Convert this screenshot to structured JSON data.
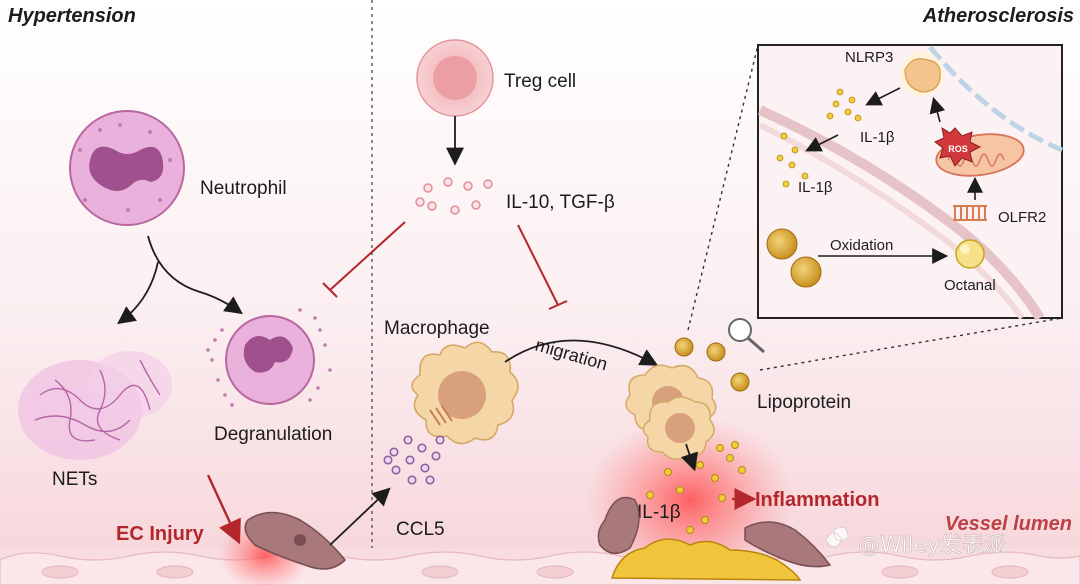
{
  "sections": {
    "left": "Hypertension",
    "right": "Atherosclerosis"
  },
  "cells": {
    "treg": "Treg cell",
    "neutrophil": "Neutrophil",
    "nets": "NETs",
    "degranulation": "Degranulation",
    "macrophage": "Macrophage",
    "lipoprotein": "Lipoprotein"
  },
  "molecules": {
    "il10_tgf": "IL-10, TGF-β",
    "ccl5": "CCL5",
    "il1b_main": "IL-1β"
  },
  "process": {
    "migration": "migration",
    "ec_injury": "EC Injury",
    "inflammation": "Inflammation",
    "vessel_lumen": "Vessel lumen"
  },
  "inset": {
    "nlrp3": "NLRP3",
    "il1b_1": "IL-1β",
    "il1b_2": "IL-1β",
    "ros": "ROS",
    "olfr2": "OLFR2",
    "oxidation": "Oxidation",
    "octanal": "Octanal"
  },
  "watermark": "@Wiley发表派",
  "colors": {
    "accent_red": "#b3262b",
    "pink_bg": "#f8dfe3",
    "neutrophil": "#d88bc9",
    "macrophage": "#f3cd9b",
    "lipoprotein_gold": "#d6a22e"
  }
}
